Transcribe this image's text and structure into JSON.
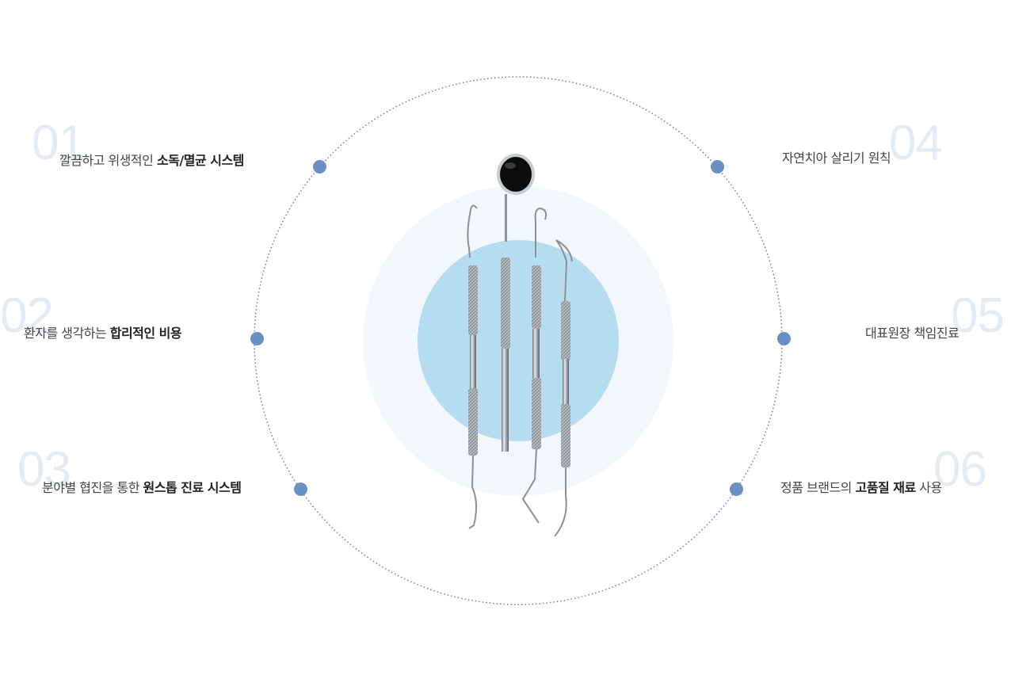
{
  "features": [
    {
      "num": "01",
      "text": "깔끔하고 위생적인 ",
      "bold": "소독/멸균 시스템",
      "tail": ""
    },
    {
      "num": "02",
      "text": "환자를 생각하는 ",
      "bold": "합리적인 비용",
      "tail": ""
    },
    {
      "num": "03",
      "text": "분야별 협진을 통한 ",
      "bold": "원스톱 진료 시스템",
      "tail": ""
    },
    {
      "num": "04",
      "text": "자연치아 살리기 원칙",
      "bold": "",
      "tail": ""
    },
    {
      "num": "05",
      "text": "대표원장 책임진료",
      "bold": "",
      "tail": ""
    },
    {
      "num": "06",
      "text": "정품 브랜드의 ",
      "bold": "고품질 재료",
      "tail": " 사용"
    }
  ],
  "colors": {
    "ring": "#5a82c0",
    "dot": "#6a8fc2",
    "number": "#e1ecf7",
    "outer_circle": "#f1f7fb",
    "inner_circle": "#b6dcef"
  },
  "image": {
    "icon": "dental-tools-icon"
  }
}
